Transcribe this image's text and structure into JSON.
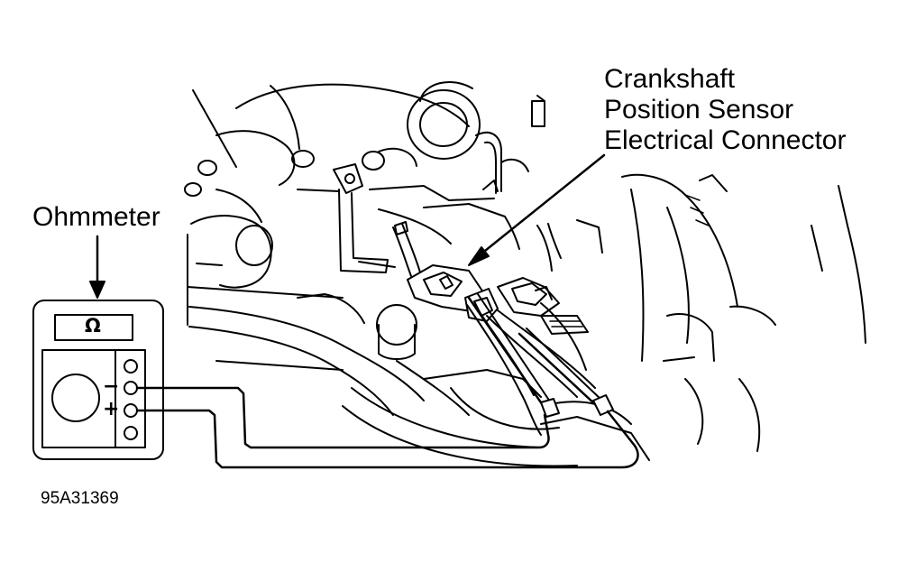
{
  "diagram": {
    "callout_lines": [
      "Crankshaft",
      "Position Sensor",
      "Electrical Connector"
    ],
    "meter_label": "Ohmmeter",
    "meter_display": "Ω",
    "terminal_minus": "−",
    "terminal_plus": "+",
    "figure_id": "95A31369"
  }
}
